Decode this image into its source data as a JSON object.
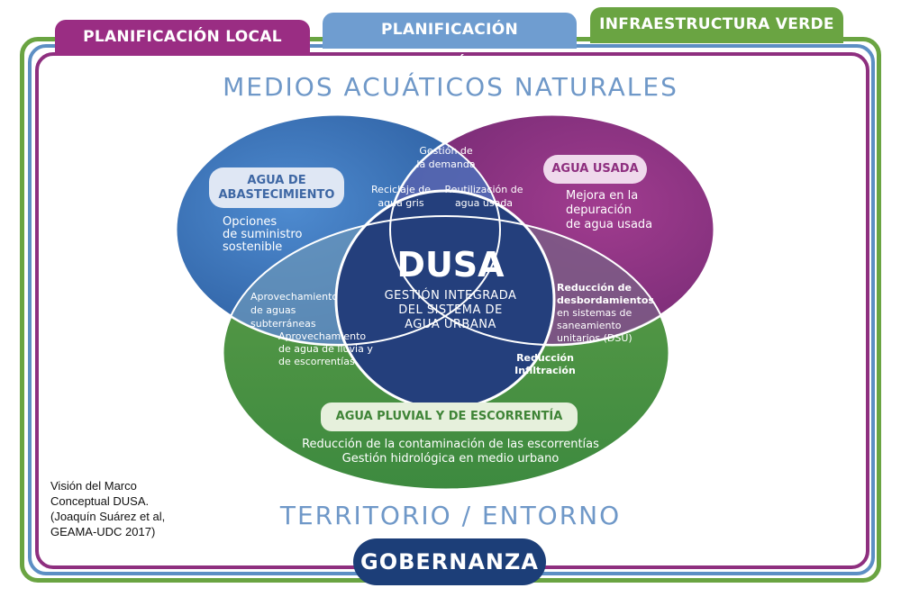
{
  "tabs": {
    "local": "PLANIFICACIÓN LOCAL",
    "hidrologica": "PLANIFICACIÓN HIDROLÓGICA",
    "verde": "INFRAESTRUCTURA VERDE"
  },
  "outer": {
    "top_title": "MEDIOS ACUÁTICOS NATURALES",
    "bottom_title": "TERRITORIO / ENTORNO",
    "governance": "GOBERNANZA"
  },
  "venn": {
    "supply": {
      "title_line1": "AGUA DE",
      "title_line2": "ABASTECIMIENTO",
      "desc_line1": "Opciones",
      "desc_line2": "de suministro",
      "desc_line3": "sostenible"
    },
    "used": {
      "title": "AGUA USADA",
      "desc_line1": "Mejora en la",
      "desc_line2": "depuración",
      "desc_line3": "de agua usada"
    },
    "storm": {
      "title": "AGUA PLUVIAL Y DE ESCORRENTÍA",
      "desc_line1": "Reducción de la contaminación de las escorrentías",
      "desc_line2": "Gestión hidrológica en medio urbano"
    },
    "overlap_supply_used": {
      "demand_line1": "Gestión de",
      "demand_line2": "la demanda",
      "grey_line1": "Reciclaje de",
      "grey_line2": "agua gris",
      "reuse_line1": "Reutilización de",
      "reuse_line2": "agua usada"
    },
    "overlap_supply_storm": {
      "ground_line1": "Aprovechamiento",
      "ground_line2": "de aguas",
      "ground_line3": "subterráneas",
      "rain_line1": "Aprovechamiento",
      "rain_line2": "de agua de lluvia y",
      "rain_line3": "de escorrentías"
    },
    "overlap_used_storm": {
      "dsu_line1": "Reducción de",
      "dsu_line2": "desbordamientos",
      "dsu_line3": "en sistemas de",
      "dsu_line4": "saneamiento",
      "dsu_line5": "unitarios (DSU)",
      "infil_line1": "Reducción",
      "infil_line2": "Infiltración"
    },
    "center": {
      "title": "DUSA",
      "sub_line1": "GESTIÓN INTEGRADA",
      "sub_line2": "DEL SISTEMA DE",
      "sub_line3": "AGUA URBANA"
    }
  },
  "caption": {
    "line1": "Visión del Marco",
    "line2": "Conceptual DUSA.",
    "line3": "(Joaquín Suárez et al,",
    "line4": "GEAMA-UDC 2017)"
  },
  "colors": {
    "purple": "#8e2f7f",
    "blue": "#5d8fc4",
    "green": "#6aa442",
    "navy": "#1c3e78"
  }
}
